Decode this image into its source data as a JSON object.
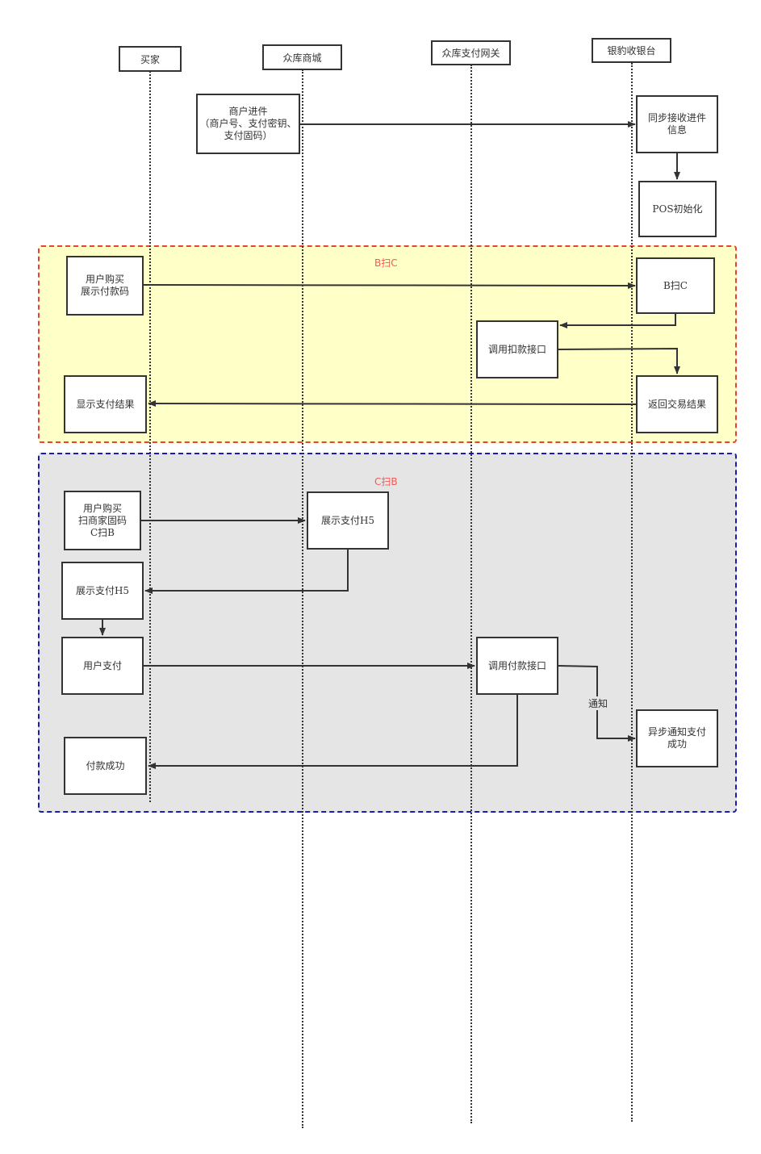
{
  "colors": {
    "b2c_fill": "#ffffc8",
    "b2c_border": "#e8403c",
    "c2b_fill": "#e5e5e5",
    "c2b_border": "#1a1ab8",
    "region_title": "#f05a5a",
    "line": "#333333"
  },
  "actors": {
    "buyer": "买家",
    "mall": "众库商城",
    "gateway": "众库支付网关",
    "cashier": "银豹收银台"
  },
  "regions": {
    "b2c": "B扫C",
    "c2b": "C扫B"
  },
  "boxes": {
    "merchant_onboard": "商户进件\n（商户号、支付密钥、支付固码）",
    "sync_receive": "同步接收进件\n信息",
    "pos_init": "POS初始化",
    "b2c_user_buy": "用户购买\n展示付款码",
    "b2c_scan": "B扫C",
    "call_deduct_api": "调用扣款接口",
    "show_pay_result": "显示支付结果",
    "return_trade_result": "返回交易结果",
    "c2b_user_buy": "用户购买\n扫商家固码\nC扫B",
    "show_h5_mall": "展示支付H5",
    "show_h5_buyer": "展示支付H5",
    "user_pay": "用户支付",
    "call_pay_api": "调用付款接口",
    "async_notify": "异步通知支付\n成功",
    "pay_success": "付款成功"
  },
  "edge_labels": {
    "notify": "通知"
  }
}
